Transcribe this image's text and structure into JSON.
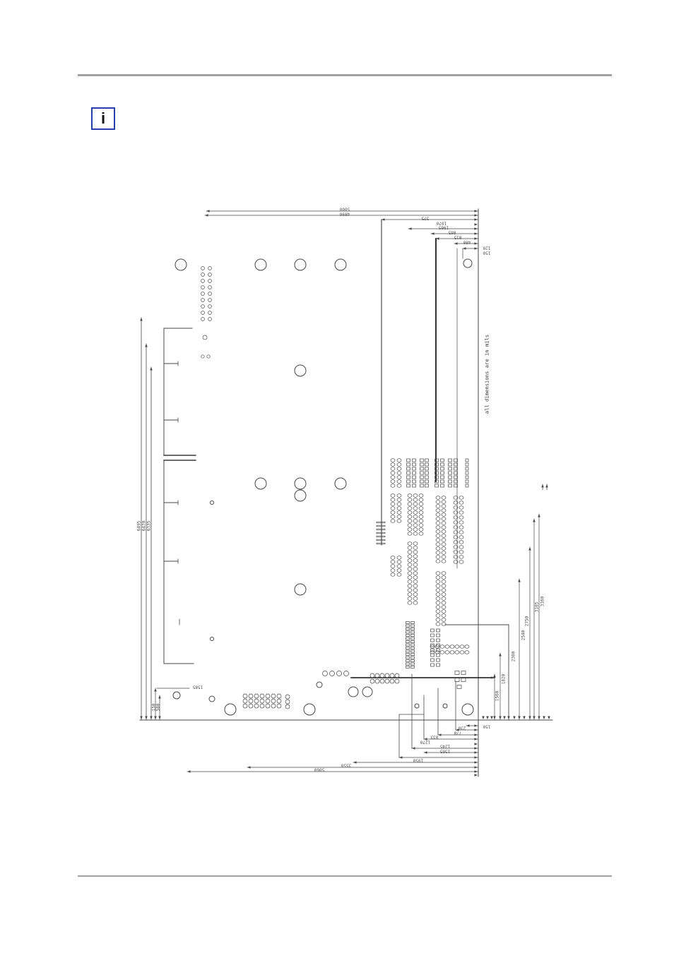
{
  "note_icon": {
    "glyph": "i",
    "icon": "info-icon",
    "border_color": "#2b3cad"
  },
  "drawing": {
    "note": "all dimensions are in mils",
    "dims_top": [
      "5000",
      "4890",
      "375",
      "1070",
      "1965",
      "865",
      "815",
      "480",
      "120",
      "150"
    ],
    "dims_bottom": [
      "150",
      "230",
      "778",
      "833",
      "1270",
      "1245",
      "1365",
      "1950",
      "3550",
      "5060"
    ],
    "dims_left": [
      "6495",
      "6470",
      "6335",
      "150",
      "580",
      "1585"
    ],
    "dims_right": [
      "1560",
      "1820",
      "2300",
      "2540",
      "2750",
      "3105",
      "3160"
    ],
    "line_color": "#474747",
    "dark_line_color": "#111111"
  }
}
